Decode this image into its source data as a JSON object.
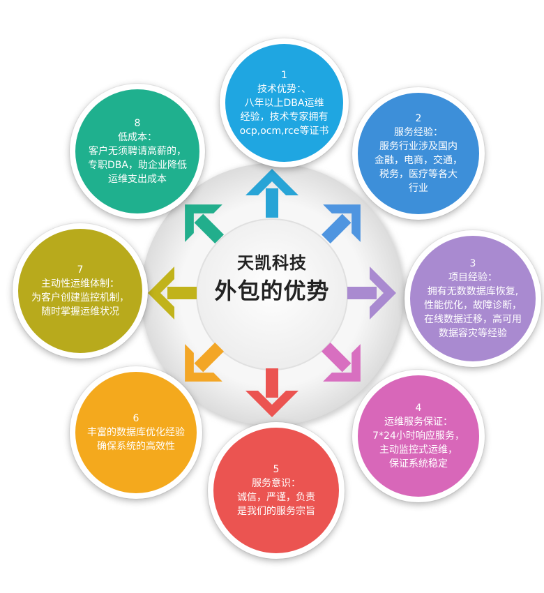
{
  "center": {
    "line1": "天凯科技",
    "line2": "外包的优势"
  },
  "colors": {
    "n1": "#1fa6e1",
    "n2": "#3d8fd9",
    "n3": "#a98ad0",
    "n4": "#d867b9",
    "n5": "#eb5451",
    "n6": "#f4a91d",
    "n7": "#b8aa1c",
    "n8": "#1fb08e",
    "arrow_up": "#28a4d6",
    "arrow_upright": "#4f95e0",
    "arrow_right": "#a98ad0",
    "arrow_downright": "#d86fc0",
    "arrow_down": "#eb5451",
    "arrow_downleft": "#f3a626",
    "arrow_left": "#c1b31b",
    "arrow_upleft": "#22ae8c"
  },
  "nodes": [
    {
      "num": "1",
      "lines": [
        "技术优势：、",
        "八年以上DBA运维",
        "经验，技术专家拥有",
        "ocp,ocm,rce等证书"
      ]
    },
    {
      "num": "2",
      "lines": [
        "服务经验：",
        "服务行业涉及国内",
        "金融，电商，交通，",
        "税务，医疗等各大",
        "行业"
      ]
    },
    {
      "num": "3",
      "lines": [
        "项目经验：",
        "拥有无数数据库恢复,",
        "性能优化，故障诊断，",
        "在线数据迁移，高可用",
        "数据容灾等经验"
      ]
    },
    {
      "num": "4",
      "lines": [
        "运维服务保证：",
        "7*24小时响应服务，",
        "主动监控式运维，",
        "保证系统稳定"
      ]
    },
    {
      "num": "5",
      "lines": [
        "服务意识：",
        "诚信，严谨，负责",
        "是我们的服务宗旨"
      ]
    },
    {
      "num": "6",
      "lines": [
        "丰富的数据库优化经验",
        "确保系统的高效性"
      ]
    },
    {
      "num": "7",
      "lines": [
        "主动性运维体制：",
        "为客户创建监控机制，",
        "随时掌握运维状况"
      ]
    },
    {
      "num": "8",
      "lines": [
        "低成本：",
        "客户无须聘请高薪的，",
        "专职DBA，助企业降低",
        "运维支出成本"
      ]
    }
  ]
}
